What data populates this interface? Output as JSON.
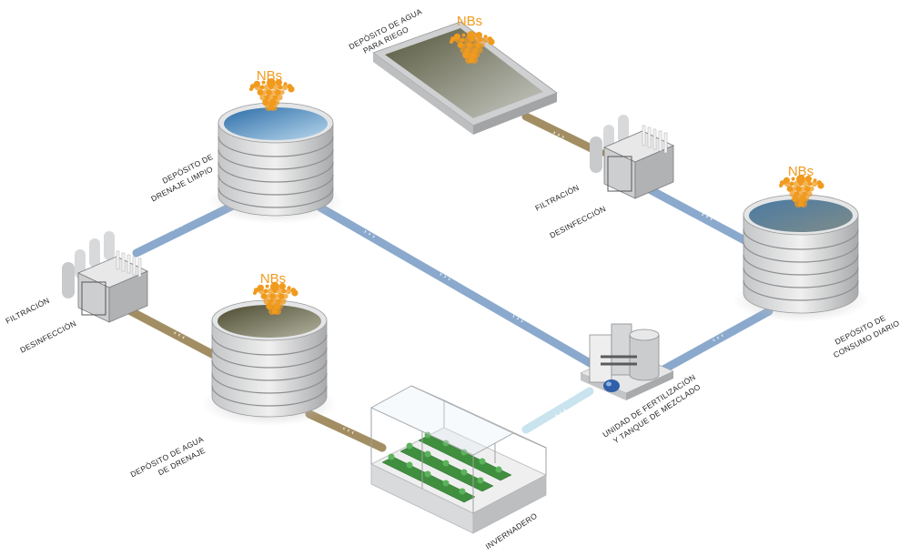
{
  "nbs_label": "NBs",
  "labels": {
    "irrigation_tank": [
      "DEPÓSITO DE AGUA",
      "PARA RIEGO"
    ],
    "clean_drain_tank": [
      "DEPÓSITO DE",
      "DRENAJE LIMPIO"
    ],
    "drain_tank": [
      "DEPÓSITO DE AGUA",
      "DE DRENAJE"
    ],
    "daily_tank": [
      "DEPÓSITO DE",
      "CONSUMO DIARIO"
    ],
    "filtration_left": "FILTRACIÓN",
    "disinfection_left": "DESINFECCIÓN",
    "filtration_right": "FILTRACIÓN",
    "disinfection_right": "DESINFECCIÓN",
    "fert_unit": [
      "UNIDAD DE FERTILIZACIÓN",
      "Y TANQUE DE MEZCLADO"
    ],
    "greenhouse": "INVERNADERO"
  },
  "pipes": {
    "forward_marker": "› › ›",
    "backward_marker": "‹ ‹ ‹"
  },
  "colors": {
    "clean_pipe": "#8aa9cc",
    "dirty_pipe": "#a38e63",
    "light_pipe": "#c9e4ef",
    "nbs": "#f09a1e",
    "blue_water": "#4f8ec6",
    "muddy_water": "#6b6a48",
    "tank_gray": "#d9dadb"
  }
}
